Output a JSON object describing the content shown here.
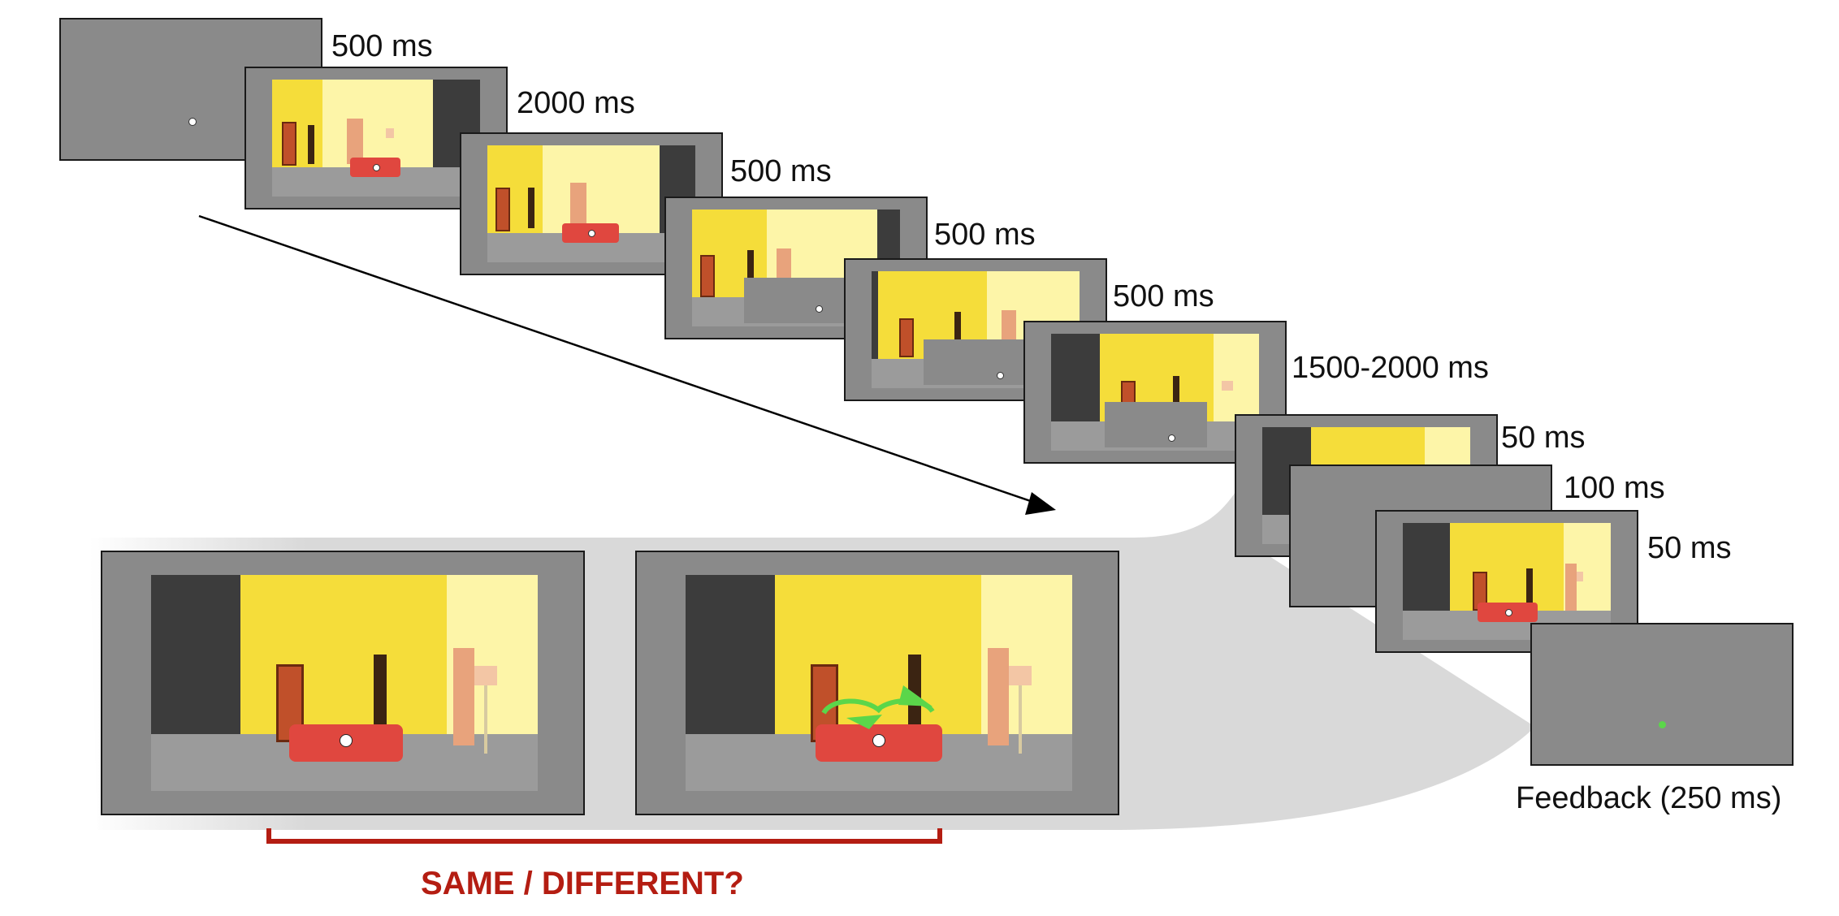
{
  "timeline": {
    "steps": [
      {
        "duration": "500 ms"
      },
      {
        "duration": "2000 ms"
      },
      {
        "duration": "500 ms"
      },
      {
        "duration": "500 ms"
      },
      {
        "duration": "500 ms"
      },
      {
        "duration": "1500-2000 ms"
      },
      {
        "duration": "50 ms"
      },
      {
        "duration": "100 ms"
      },
      {
        "duration": "50 ms"
      }
    ],
    "feedback_label": "Feedback (250 ms)"
  },
  "comparison": {
    "question": "SAME / DIFFERENT?"
  },
  "colors": {
    "frame_gray": "#8a8a8a",
    "wall_yellow": "#f5dd3a",
    "wall_light": "#fdf5a8",
    "dark_wall": "#3c3c3c",
    "floor": "#9b9b9b",
    "sofa_red": "#e0473f",
    "rotation_arrow_green": "#5bd64a",
    "feedback_dot_green": "#5bd64a",
    "question_red": "#b41d12"
  },
  "icons": {
    "fixation": "fixation-dot-icon",
    "rotation": "rotation-arrows-icon",
    "timeline": "timeline-arrow-icon"
  }
}
